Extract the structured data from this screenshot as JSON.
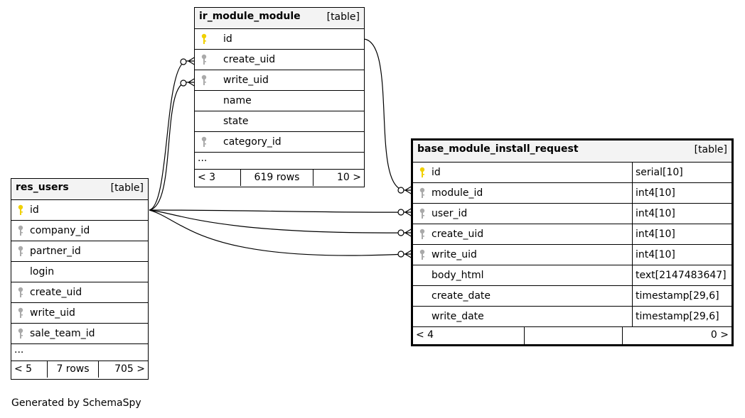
{
  "type_tag": "[table]",
  "colors": {
    "primary_key": "#f0d000",
    "foreign_key": "#aaaaaa",
    "header_bg": "#f3f3f3"
  },
  "ir_module_module": {
    "name": "ir_module_module",
    "columns": [
      "id",
      "create_uid",
      "write_uid",
      "name",
      "state",
      "category_id"
    ],
    "ellipsis": "...",
    "footer": {
      "left": "< 3",
      "mid": "619 rows",
      "right": "10 >"
    }
  },
  "res_users": {
    "name": "res_users",
    "columns": [
      "id",
      "company_id",
      "partner_id",
      "login",
      "create_uid",
      "write_uid",
      "sale_team_id"
    ],
    "ellipsis": "...",
    "footer": {
      "left": "< 5",
      "mid": "7 rows",
      "right": "705 >"
    }
  },
  "base_module_install_request": {
    "name": "base_module_install_request",
    "columns": [
      {
        "name": "id",
        "type": "serial[10]"
      },
      {
        "name": "module_id",
        "type": "int4[10]"
      },
      {
        "name": "user_id",
        "type": "int4[10]"
      },
      {
        "name": "create_uid",
        "type": "int4[10]"
      },
      {
        "name": "write_uid",
        "type": "int4[10]"
      },
      {
        "name": "body_html",
        "type": "text[2147483647]"
      },
      {
        "name": "create_date",
        "type": "timestamp[29,6]"
      },
      {
        "name": "write_date",
        "type": "timestamp[29,6]"
      }
    ],
    "footer": {
      "left": "< 4",
      "mid": "",
      "right": "0 >"
    }
  },
  "credit": "Generated by SchemaSpy"
}
